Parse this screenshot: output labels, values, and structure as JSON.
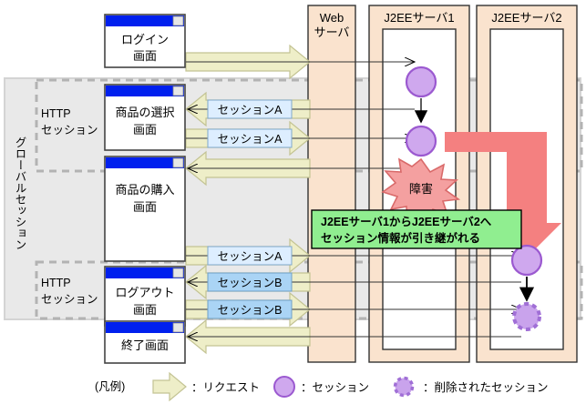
{
  "diagram": {
    "title_hidden": "",
    "global_session_label": "グローバルセッション",
    "http_session_label_top": "HTTP\nセッション",
    "http_session_top_line1": "HTTP",
    "http_session_top_line2": "セッション",
    "http_session_bottom_line1": "HTTP",
    "http_session_bottom_line2": "セッション",
    "callout": {
      "line1": "J2EEサーバ1からJ2EEサーバ2へ",
      "line2": "セッション情報が引き継がれる",
      "bg_color": "#90ee90",
      "border_color": "#000000"
    },
    "failure_badge": {
      "label": "障害",
      "fill_color": "#f4a0a0",
      "border_color": "#d05050"
    },
    "failover_arrow": {
      "color": "#f48080",
      "name": "session-failover-arrow"
    }
  },
  "browsers": [
    {
      "line1": "ログイン",
      "line2": "画面",
      "titlebar_color": "#0020ee"
    },
    {
      "line1": "商品の選択",
      "line2": "画面",
      "titlebar_color": "#0020ee"
    },
    {
      "line1": "商品の購入",
      "line2": "画面",
      "titlebar_color": "#0020ee"
    },
    {
      "line1": "ログアウト",
      "line2": "画面",
      "titlebar_color": "#0020ee"
    },
    {
      "line1": "終了画面",
      "line2": "",
      "titlebar_color": "#0020ee"
    }
  ],
  "servers": [
    {
      "id": "web",
      "line1": "Web",
      "line2": "サーバ",
      "fill": "#fae3ce"
    },
    {
      "id": "j2ee1",
      "line1": "J2EEサーバ1",
      "line2": "",
      "fill": "#fae3ce"
    },
    {
      "id": "j2ee2",
      "line1": "J2EEサーバ2",
      "line2": "",
      "fill": "#fae3ce"
    }
  ],
  "session_tags": [
    {
      "label": "セッションA",
      "fill": "#ddeeff"
    },
    {
      "label": "セッションA",
      "fill": "#ddeeff"
    },
    {
      "label": "セッションA",
      "fill": "#ddeeff"
    },
    {
      "label": "セッションB",
      "fill": "#aad4f5"
    },
    {
      "label": "セッションB",
      "fill": "#aad4f5"
    }
  ],
  "legend": {
    "prefix": "(凡例)",
    "items": [
      {
        "icon": "request-arrow",
        "label": "：リクエスト"
      },
      {
        "icon": "session-circle",
        "label": "：セッション"
      },
      {
        "icon": "deleted-session-circle",
        "label": "：削除されたセッション"
      }
    ]
  },
  "colors": {
    "request_arrow_fill": "#eeeec8",
    "request_arrow_stroke": "#bdbd8a",
    "session_fill": "#cfa8ee",
    "session_stroke": "#9b59d0",
    "gray_region": "#e8e8e8",
    "gray_region_stroke": "#d0d0d0",
    "dashed_stroke": "#b0b0b0"
  }
}
